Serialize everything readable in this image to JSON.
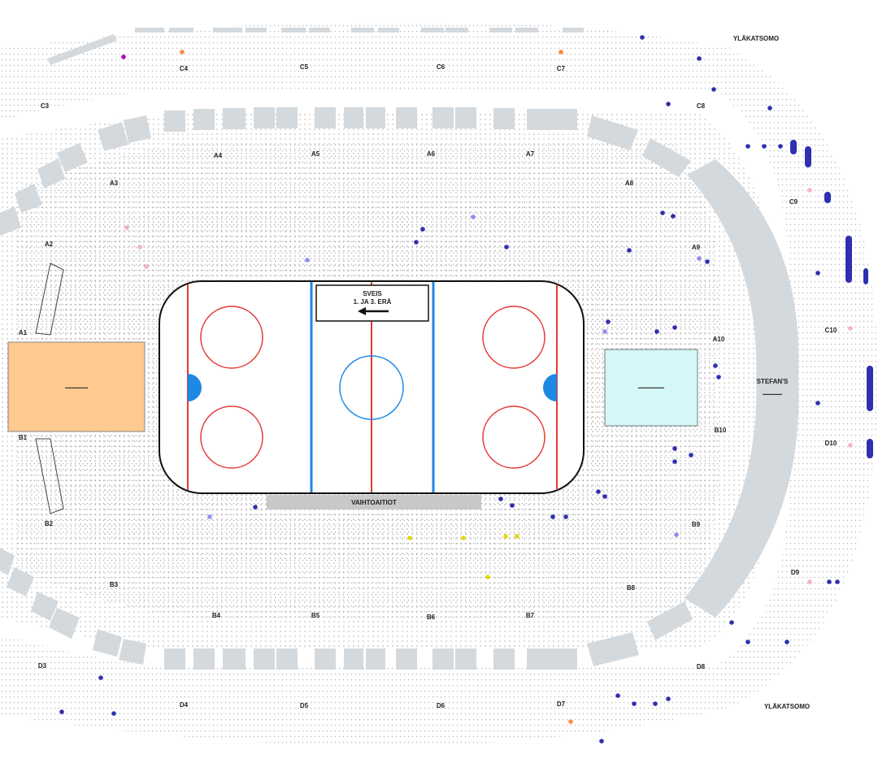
{
  "arena": {
    "upper_tier_label": "YLÄKATSOMO",
    "stefans_label": "STEFAN'S",
    "bench_label": "VAIHTOAITIOT",
    "attack_sign": {
      "line1": "SVEIS",
      "line2": "1. JA 3. ERÄ"
    },
    "colors": {
      "rink_red": "#e53935",
      "rink_blue": "#1e88e5",
      "stand_grey": "#d4d9dd",
      "orange_box": "#ffc98f",
      "cyan_box": "#d4f7f7",
      "bench_grey": "#c8c8c8",
      "taken_blue": "#2f2fb0",
      "taken_light": "#8f8ff0",
      "taken_yellow": "#e6d800",
      "pink": "#f4b3c0"
    }
  },
  "sectors": {
    "c_row": [
      "C3",
      "C4",
      "C5",
      "C6",
      "C7",
      "C8",
      "C9",
      "C10",
      "D10"
    ],
    "a_row": [
      "A1",
      "A2",
      "A3",
      "A4",
      "A5",
      "A6",
      "A7",
      "A8",
      "A9",
      "A10"
    ],
    "b_row": [
      "B1",
      "B2",
      "B3",
      "B4",
      "B5",
      "B6",
      "B7",
      "B8",
      "B9",
      "B10"
    ],
    "d_row": [
      "D3",
      "D4",
      "D5",
      "D6",
      "D7",
      "D8",
      "D9"
    ]
  }
}
